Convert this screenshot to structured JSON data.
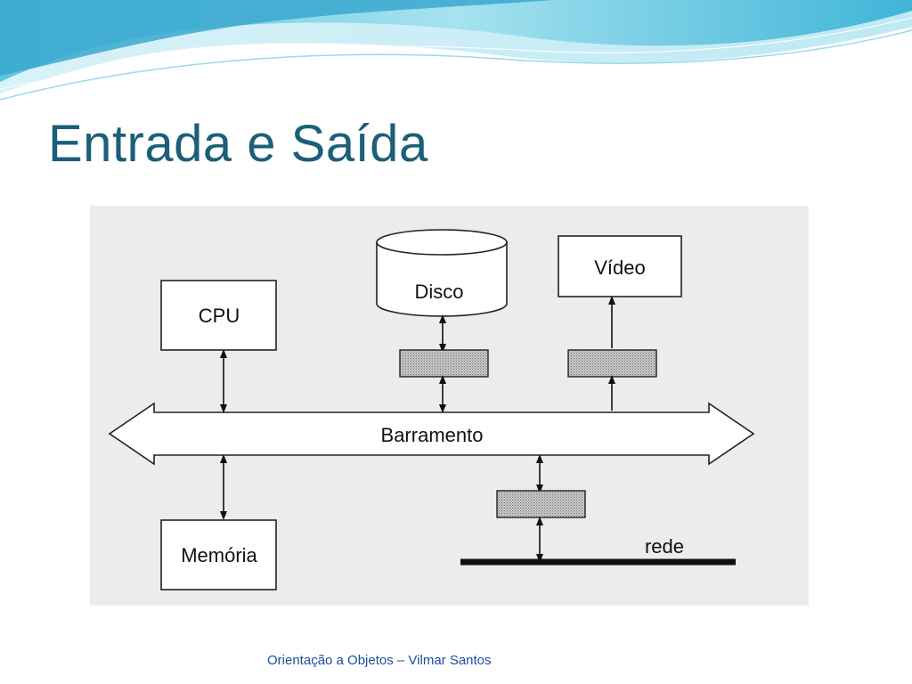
{
  "slide": {
    "title": "Entrada e Saída",
    "footer": "Orientação a Objetos – Vilmar Santos"
  },
  "diagram": {
    "nodes": {
      "cpu": "CPU",
      "disk": "Disco",
      "video": "Vídeo",
      "memory": "Memória",
      "bus": "Barramento",
      "network": "rede"
    }
  },
  "colors": {
    "title": "#1b5f78",
    "footer": "#1b4fa0",
    "panel": "#ececec",
    "wave_light": "#cfeef6",
    "wave_mid": "#7fd3e8",
    "wave_dark": "#3bb3d6"
  }
}
